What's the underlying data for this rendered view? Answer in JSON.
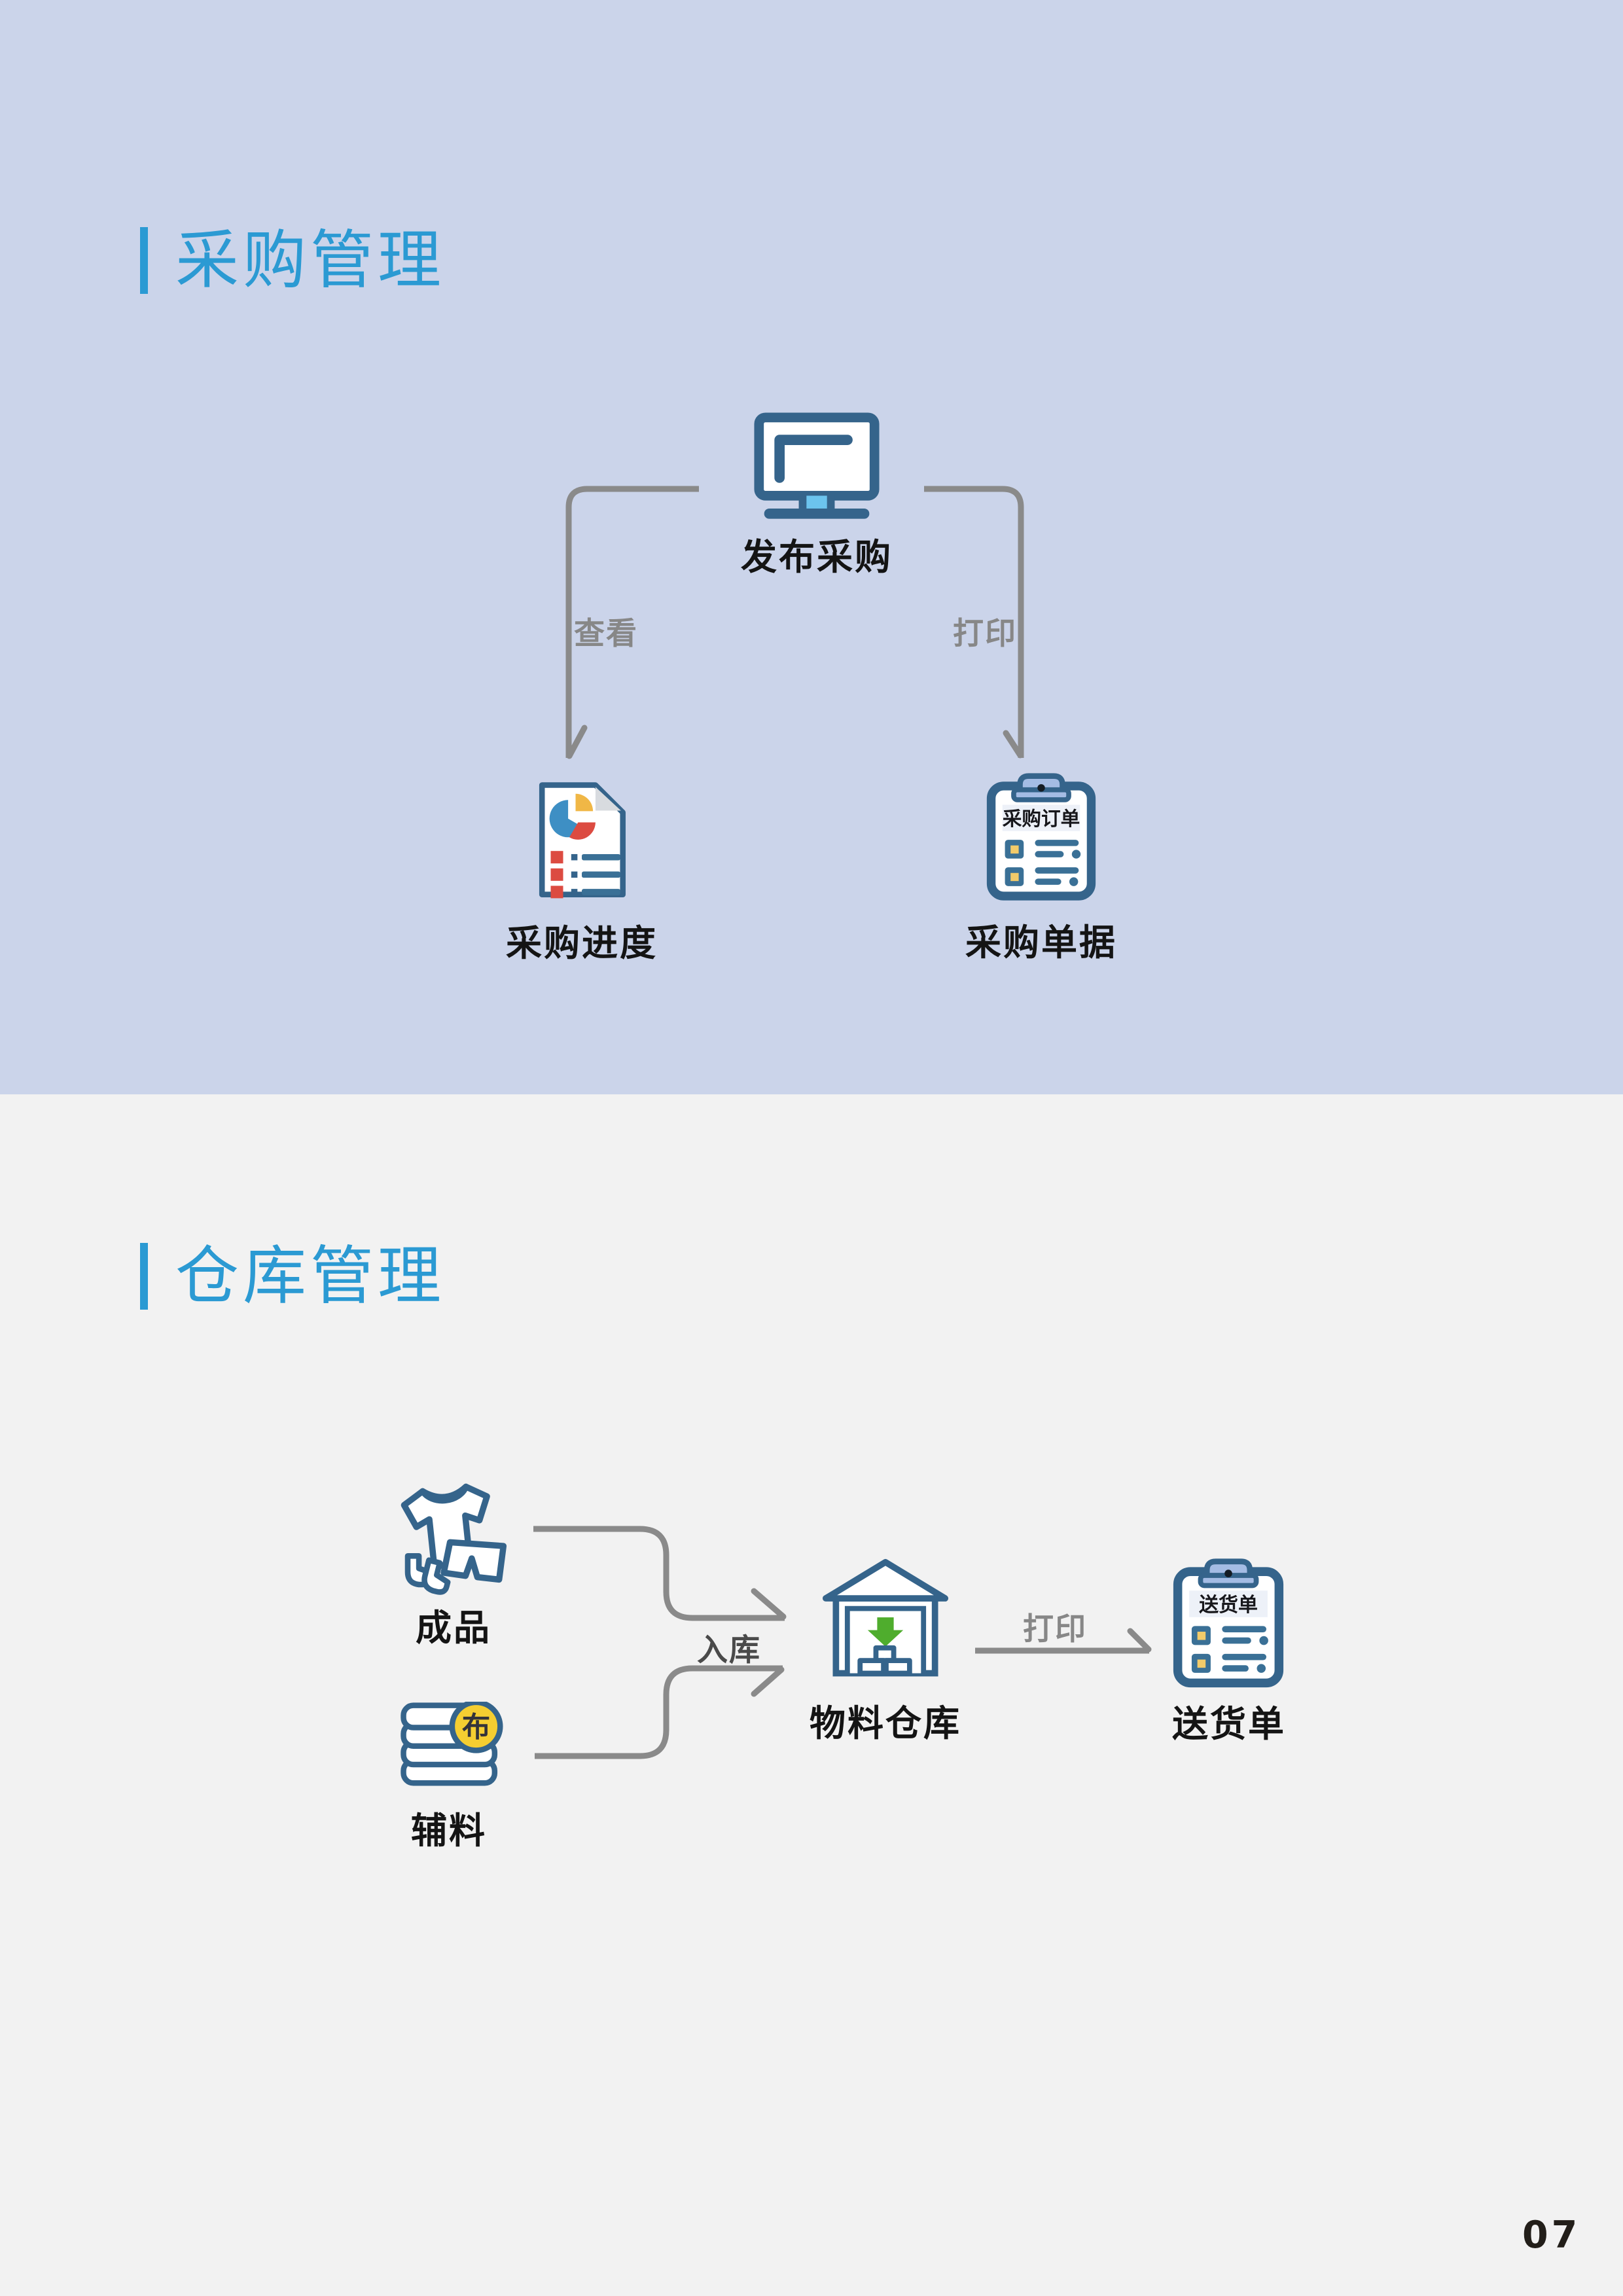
{
  "page_number": "07",
  "colors": {
    "purchase_bg": "#CBD4EA",
    "warehouse_bg": "#F2F2F2",
    "title_blue": "#2B9AD3",
    "icon_outline_blue": "#35648B",
    "icon_light_blue": "#A4BCE4",
    "monitor_stand_blue": "#6CC4EE",
    "connector_gray": "#8A8A8A",
    "label_black": "#141414",
    "accent_red": "#DC4B41",
    "accent_yellow": "#F0B746",
    "pie_blue": "#3E8FC4",
    "badge_yellow": "#F5CE31",
    "arrow_green": "#4FAD2D"
  },
  "purchase": {
    "title": "采购管理",
    "publish_label": "发布采购",
    "view_edge": "查看",
    "print_edge": "打印",
    "progress_label": "采购进度",
    "documents_label": "采购单据",
    "clipboard_title": "采购订单"
  },
  "warehouse": {
    "title": "仓库管理",
    "finished_label": "成品",
    "accessories_label": "辅料",
    "fabric_badge": "布",
    "inbound_edge": "入库",
    "print_edge": "打印",
    "warehouse_label": "物料仓库",
    "delivery_label": "送货单",
    "clipboard_title": "送货单"
  }
}
